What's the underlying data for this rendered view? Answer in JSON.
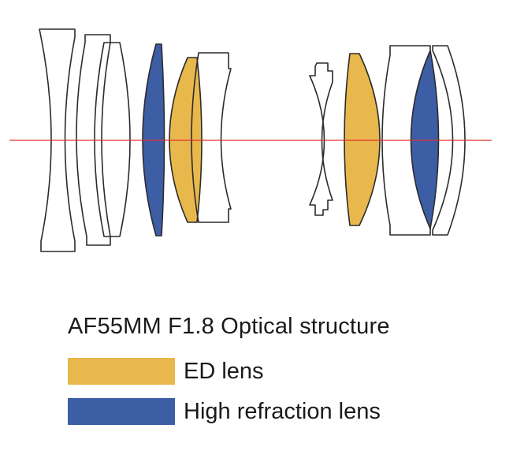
{
  "title": "AF55MM F1.8  Optical structure",
  "legend": [
    {
      "label": "ED lens",
      "color": "#e9b84c"
    },
    {
      "label": "High refraction lens",
      "color": "#3d5ea5"
    }
  ],
  "colors": {
    "outline": "#2b2b2b",
    "optical_axis": "#e0332e",
    "background": "#ffffff"
  }
}
